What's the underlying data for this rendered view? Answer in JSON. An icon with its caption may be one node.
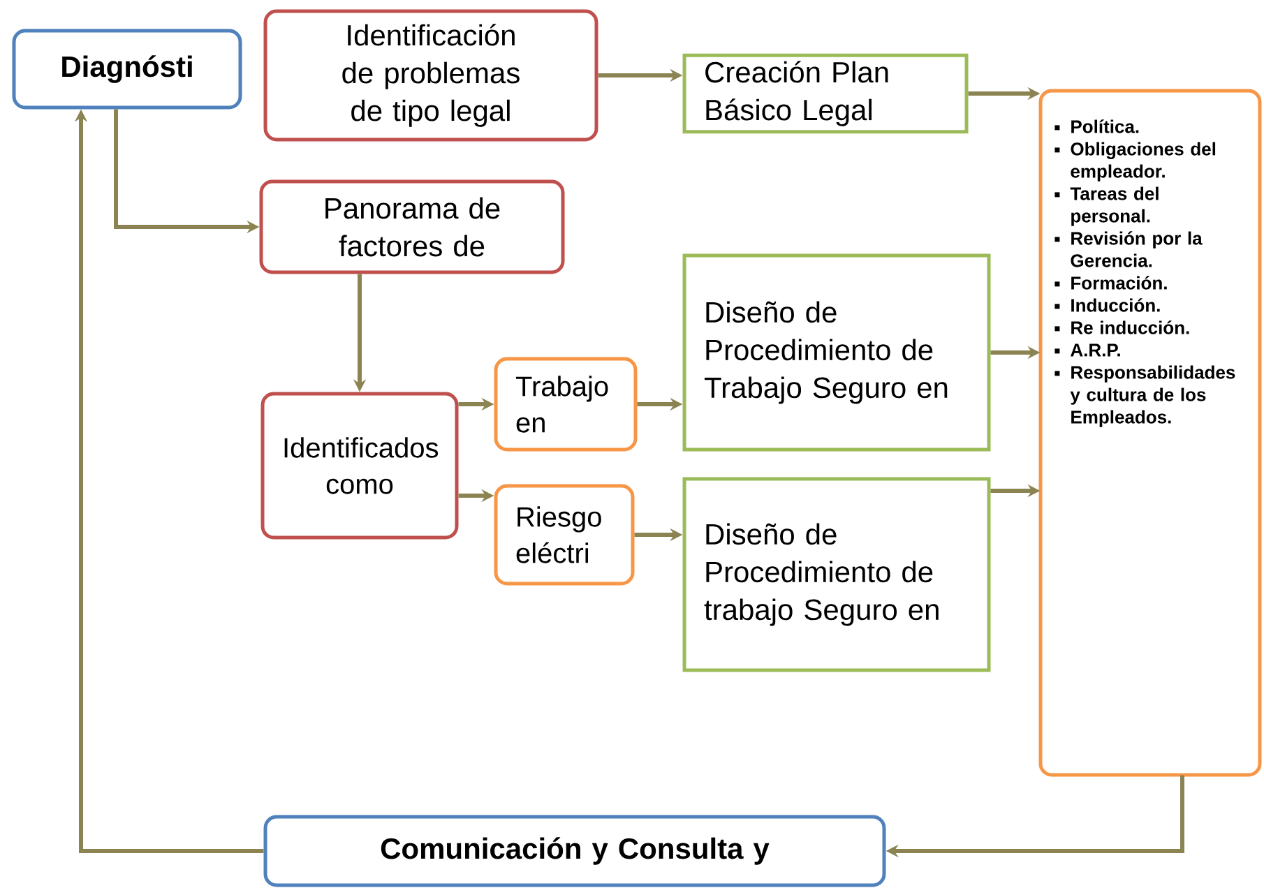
{
  "diagram": {
    "nodes": [
      {
        "text": [
          "Diagnósti"
        ]
      },
      {
        "text": [
          "Identificación de problemas de tipo legal"
        ]
      },
      {
        "text": [
          "Creación Plan Básico Legal"
        ]
      },
      {
        "text": [
          "Panorama de factores de"
        ]
      },
      {
        "text": [
          "Identificados como"
        ]
      },
      {
        "text": [
          "Trabajo en"
        ]
      },
      {
        "text": [
          "Riesgo eléctri"
        ]
      },
      {
        "text": [
          "Diseño de Procedimiento de Trabajo Seguro en"
        ]
      },
      {
        "text": [
          "Diseño de Procedimiento de trabajo Seguro en"
        ]
      },
      {
        "text": [
          "Política.",
          "Obligaciones del empleador.",
          "Tareas del personal.",
          "Revisión por la Gerencia.",
          "Formación.",
          "Inducción.",
          "Re inducción.",
          "A.R.P.",
          "Responsabilidades y cultura de los Empleados."
        ]
      },
      {
        "text": [
          "Comunicación y Consulta y"
        ]
      }
    ],
    "edges": [
      {
        "from": 1,
        "to": 2,
        "arrow": "to"
      },
      {
        "from": 2,
        "to": 9,
        "arrow": "to"
      },
      {
        "from": 0,
        "to": 3,
        "arrow": "to"
      },
      {
        "from": 3,
        "to": 4,
        "arrow": "to"
      },
      {
        "from": 4,
        "to": 5,
        "arrow": "to"
      },
      {
        "from": 4,
        "to": 6,
        "arrow": "to"
      },
      {
        "from": 5,
        "to": 7,
        "arrow": "to"
      },
      {
        "from": 6,
        "to": 8,
        "arrow": "to"
      },
      {
        "from": 7,
        "to": 9,
        "arrow": "to"
      },
      {
        "from": 8,
        "to": 9,
        "arrow": "to"
      },
      {
        "from": 9,
        "to": 10,
        "arrow": "to"
      },
      {
        "from": 10,
        "to": 0,
        "arrow": "to"
      }
    ]
  }
}
